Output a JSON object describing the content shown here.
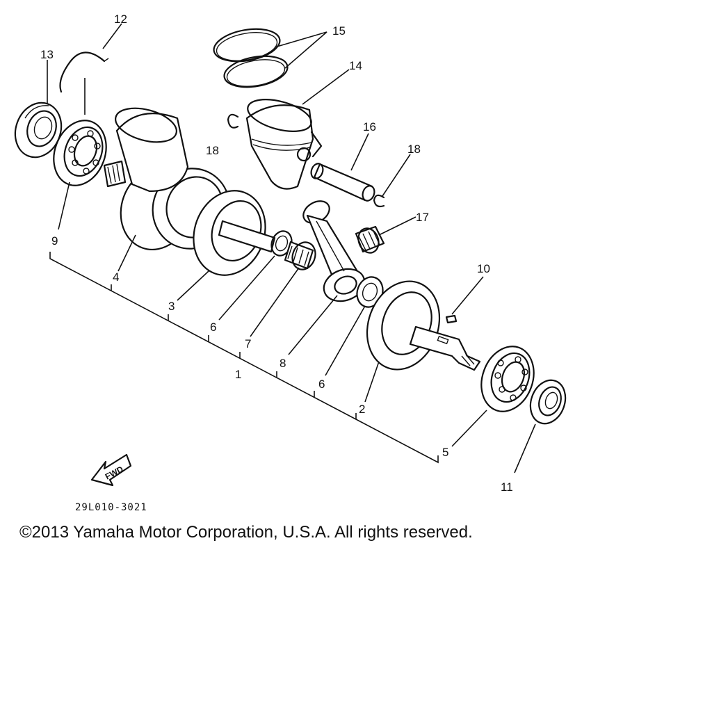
{
  "diagram": {
    "part_numbers": {
      "p1": "1",
      "p2": "2",
      "p3": "3",
      "p4": "4",
      "p5": "5",
      "p6a": "6",
      "p6b": "6",
      "p7": "7",
      "p8": "8",
      "p9": "9",
      "p10": "10",
      "p11": "11",
      "p12": "12",
      "p13": "13",
      "p14": "14",
      "p15": "15",
      "p16": "16",
      "p17": "17",
      "p18a": "18",
      "p18b": "18"
    },
    "fwd_label": "FWD",
    "figure_code": "29L010-3021"
  },
  "footer": {
    "copyright": "©2013 Yamaha Motor Corporation, U.S.A. All rights reserved."
  }
}
